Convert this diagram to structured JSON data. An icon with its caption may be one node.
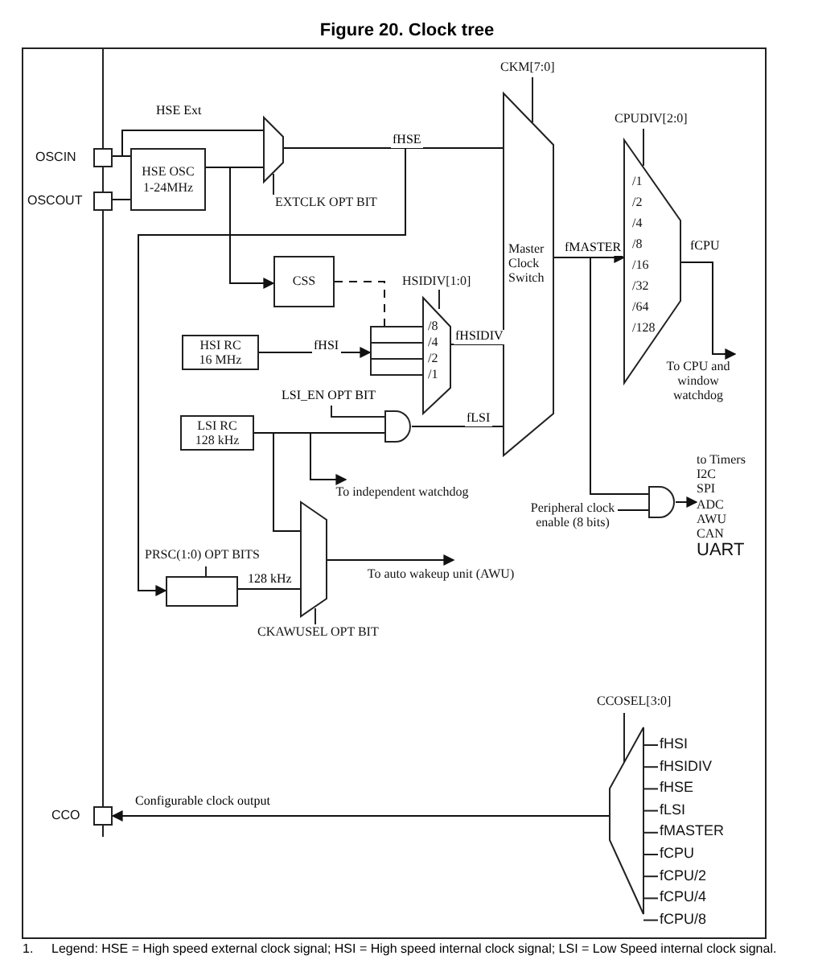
{
  "diagram": {
    "title": "Figure 20. Clock tree",
    "caption": "Legend: HSE = High speed external clock signal; HSI = High speed internal clock signal; LSI = Low Speed internal clock signal.",
    "nodes": [
      {
        "text": [],
        "shape": "box",
        "beside": [
          "OSCIN"
        ]
      },
      {
        "text": [],
        "shape": "box",
        "beside": [
          "OSCOUT"
        ]
      },
      {
        "text": [
          "HSE OSC",
          "1-24MHz"
        ]
      },
      {
        "text": [],
        "shape": "trapezoid",
        "beside": [
          "EXTCLK OPT BIT"
        ]
      },
      {
        "text": [
          "CSS"
        ]
      },
      {
        "text": [
          "HSI RC 16 MHz"
        ]
      },
      {
        "text": [
          "/8",
          "/4",
          "/2",
          "/1"
        ],
        "beside": [
          "HSIDIV[1:0]"
        ]
      },
      {
        "text": [
          "LSI RC 128 kHz"
        ]
      },
      {
        "text": [],
        "shape": "gate"
      },
      {
        "text": [
          "Master Clock Switch"
        ],
        "beside": [
          "CKM[7:0]"
        ]
      },
      {
        "text": [
          "/1",
          "/2",
          "/4",
          "/8",
          "/16",
          "/32",
          "/64",
          "/128"
        ],
        "beside": [
          "CPUDIV[2:0]"
        ]
      },
      {
        "text": [
          "To CPU and window watchdog"
        ]
      },
      {
        "text": [
          "To independent watchdog"
        ]
      },
      {
        "text": [],
        "shape": "box",
        "beside": [
          "PRSC(1:0) OPT BITS"
        ]
      },
      {
        "text": [],
        "shape": "trapezoid",
        "beside": [
          "CKAWUSEL OPT BIT"
        ]
      },
      {
        "text": [
          "To auto wakeup unit (AWU)"
        ]
      },
      {
        "text": [],
        "shape": "gate"
      },
      {
        "text": [
          "Peripheral clock enable (8 bits)"
        ]
      },
      {
        "text": [
          "to Timers",
          "I2C",
          "SPI",
          "ADC",
          "AWU",
          "CAN",
          "UART"
        ]
      },
      {
        "text": [],
        "shape": "box",
        "beside": [
          "CCO"
        ]
      },
      {
        "text": [],
        "shape": "trapezoid",
        "beside": [
          "CCOSEL[3:0]",
          "fHSI",
          "fHSIDIV",
          "fHSE",
          "fLSI",
          "fMASTER",
          "fCPU",
          "fCPU/2",
          "fCPU/4",
          "fCPU/8"
        ]
      }
    ],
    "edges": [
      {
        "from": 0,
        "to": 3,
        "arrow": "none",
        "label": "HSE Ext"
      },
      {
        "from": 0,
        "to": 2,
        "arrow": "none"
      },
      {
        "from": 1,
        "to": 2,
        "arrow": "none"
      },
      {
        "from": 2,
        "to": 3,
        "arrow": "none"
      },
      {
        "from": 3,
        "to": 9,
        "arrow": "none",
        "label": "fHSE"
      },
      {
        "from": 2,
        "to": 4,
        "arrow": "to"
      },
      {
        "from": 3,
        "to": 13,
        "arrow": "to"
      },
      {
        "from": 4,
        "to": 6,
        "arrow": "none",
        "style": "dashed"
      },
      {
        "from": 5,
        "to": 6,
        "arrow": "to",
        "label": "fHSI"
      },
      {
        "from": 6,
        "to": 9,
        "arrow": "none",
        "label": "fHSIDIV"
      },
      {
        "from": 7,
        "to": 8,
        "arrow": "none"
      },
      {
        "from": 8,
        "to": 9,
        "arrow": "none",
        "label": "fLSI"
      },
      {
        "from": 7,
        "to": 12,
        "arrow": "to"
      },
      {
        "from": 7,
        "to": 14,
        "arrow": "none"
      },
      {
        "from": 13,
        "to": 14,
        "arrow": "none",
        "label": "128 kHz"
      },
      {
        "from": 14,
        "to": 15,
        "arrow": "to"
      },
      {
        "from": 9,
        "to": 10,
        "arrow": "to",
        "label": "fMASTER"
      },
      {
        "from": 10,
        "to": 11,
        "arrow": "to",
        "label": "fCPU"
      },
      {
        "from": 9,
        "to": 16,
        "arrow": "none"
      },
      {
        "from": 17,
        "to": 16,
        "arrow": "none"
      },
      {
        "from": 16,
        "to": 18,
        "arrow": "to"
      },
      {
        "from": 20,
        "to": 19,
        "arrow": "to",
        "label": "Configurable clock output"
      }
    ],
    "labels": [
      "LSI_EN OPT BIT",
      "1."
    ]
  }
}
